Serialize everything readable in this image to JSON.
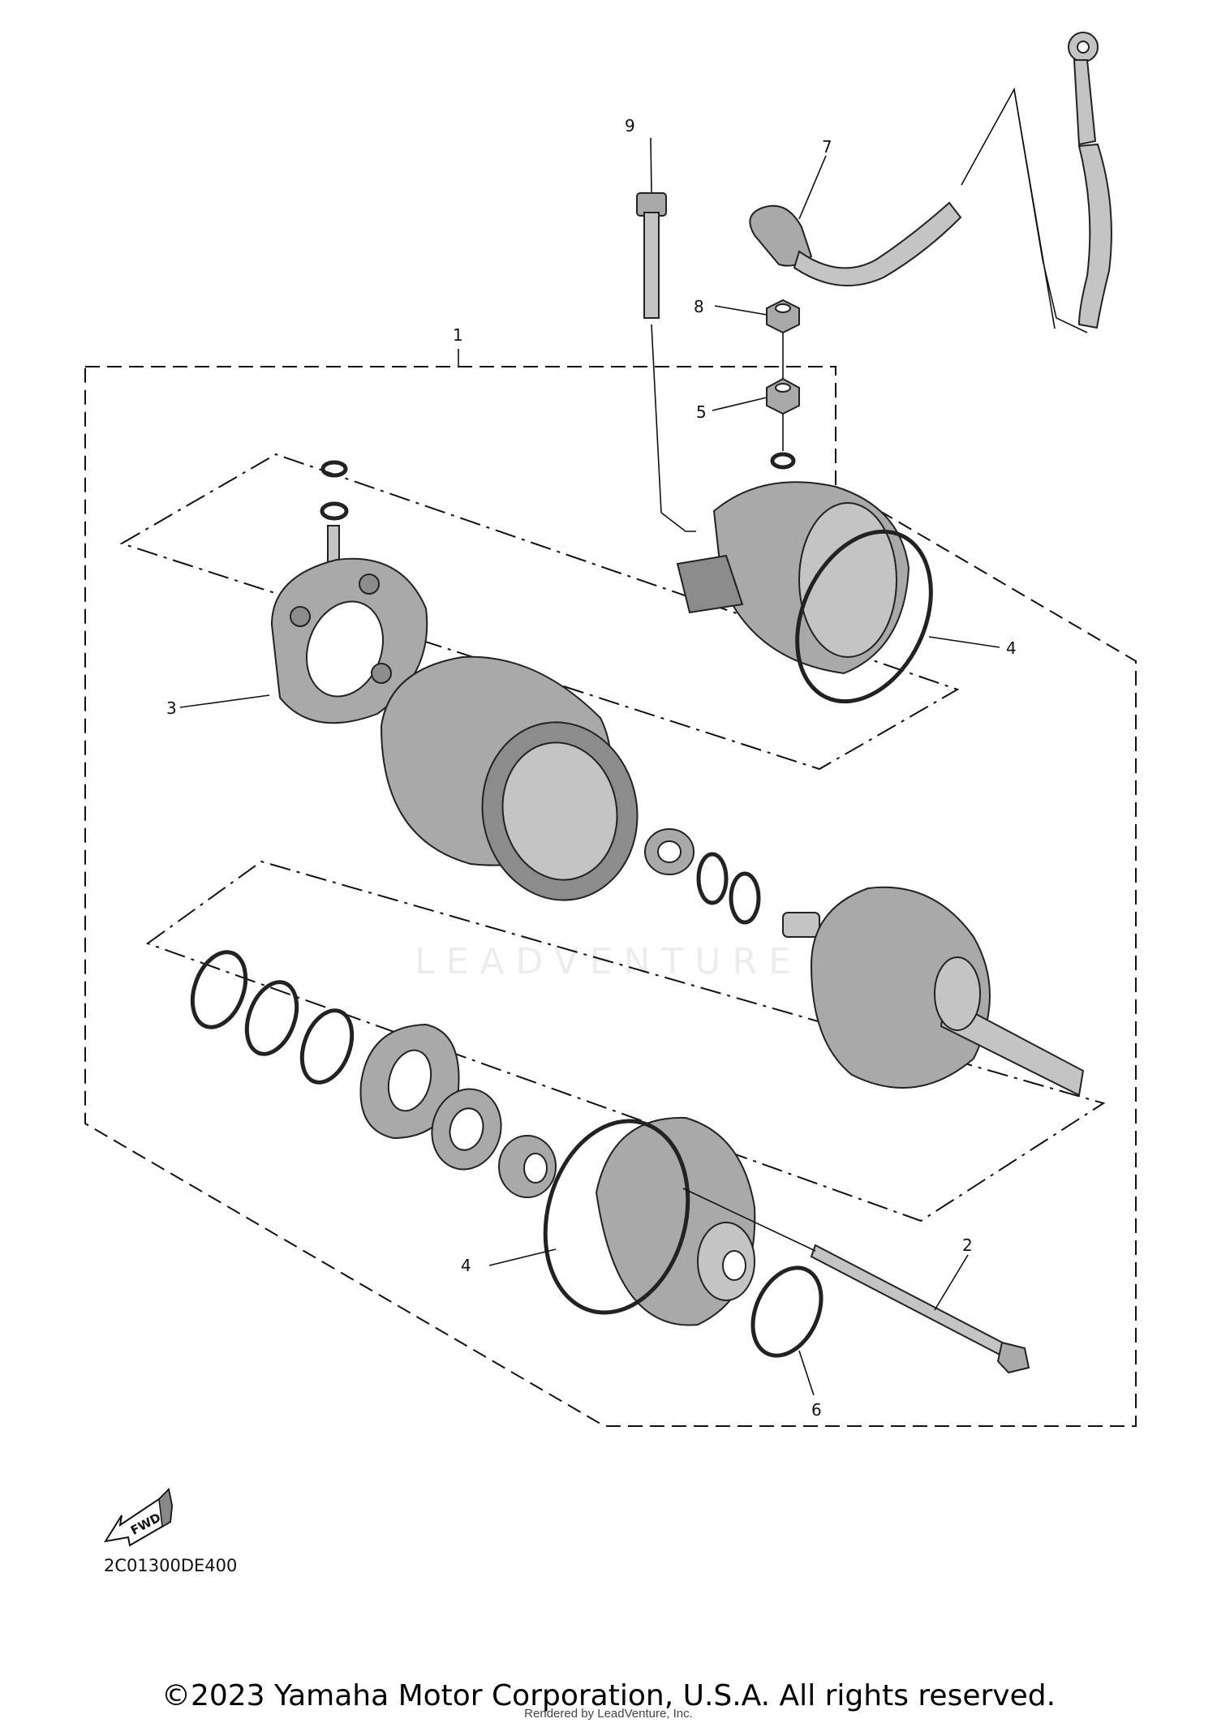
{
  "diagram_code": "2C01300DE400",
  "fwd_label": "FWD",
  "watermark": "LEADVENTURE",
  "copyright": "©2023 Yamaha Motor Corporation, U.S.A. All rights reserved.",
  "rendered_by": "Rendered by LeadVenture, Inc.",
  "callouts": {
    "c1": "1",
    "c2": "2",
    "c3": "3",
    "c4a": "4",
    "c4b": "4",
    "c5": "5",
    "c6": "6",
    "c7": "7",
    "c8": "8",
    "c9": "9"
  }
}
